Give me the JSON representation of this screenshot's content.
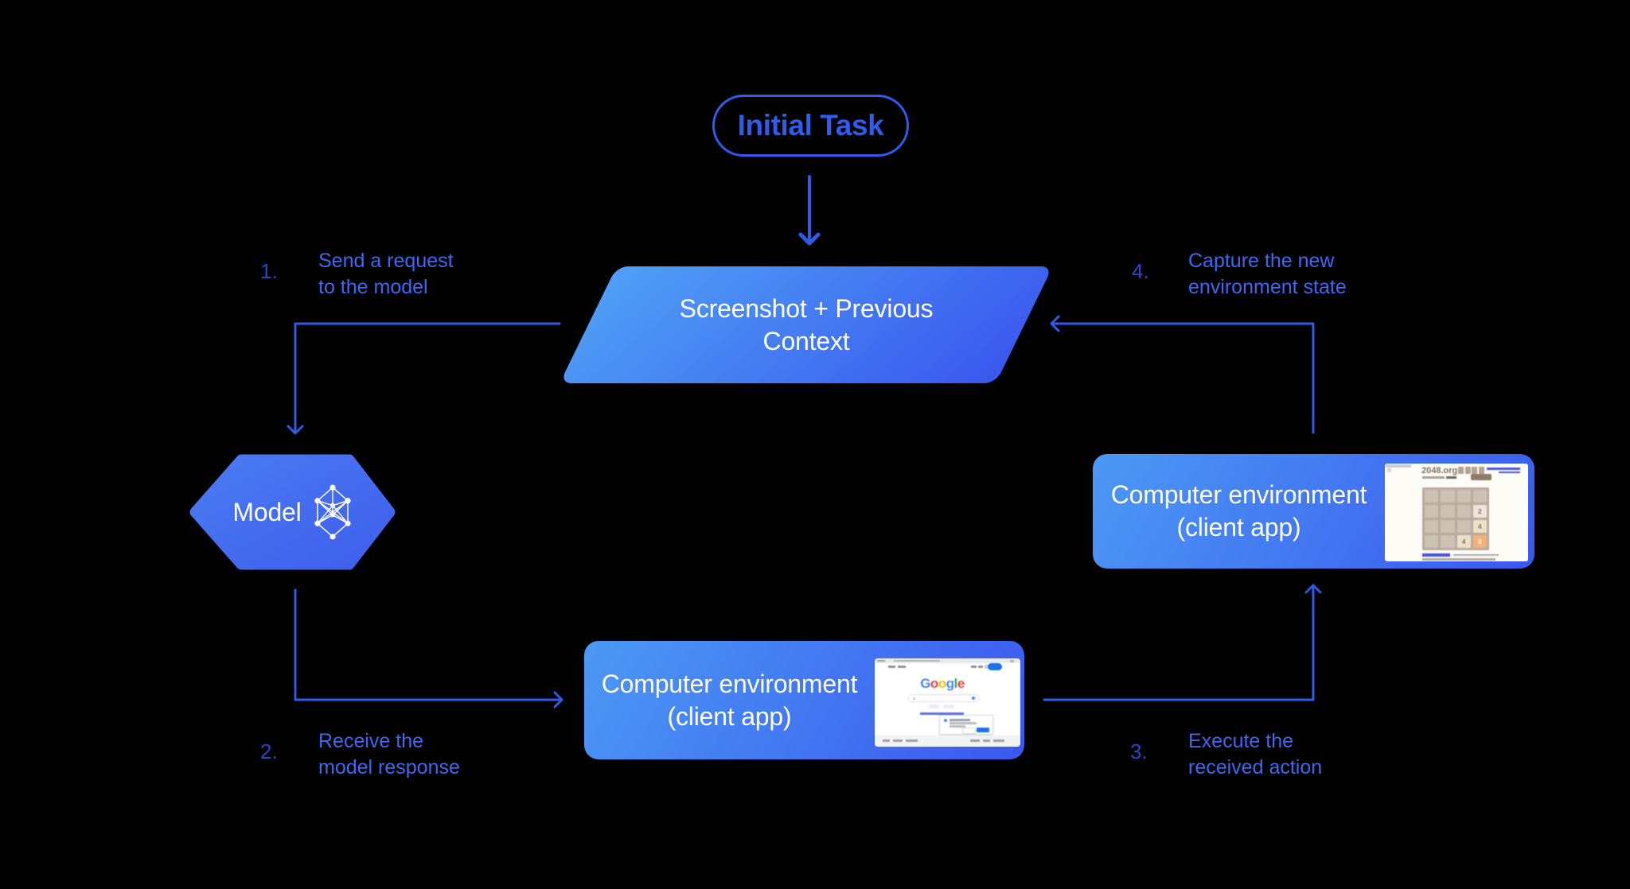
{
  "colors": {
    "background": "#000000",
    "node_gradient_start": "#4C99F5",
    "node_gradient_end": "#3A57EE",
    "outline_blue": "#2E5CF0",
    "arrow_blue": "#2E5BEA",
    "label_blue": "#3E68F0",
    "number_blue": "#2A46D0",
    "node_text": "#FFFFFF"
  },
  "nodes": {
    "initial_task": {
      "label": "Initial Task"
    },
    "context": {
      "line1": "Screenshot + Previous",
      "line2": "Context"
    },
    "model": {
      "label": "Model"
    },
    "env_action": {
      "line1": "Computer environment",
      "line2": "(client app)"
    },
    "env_capture": {
      "line1": "Computer environment",
      "line2": "(client app)"
    }
  },
  "steps": [
    {
      "num": "1.",
      "line1": "Send a request",
      "line2": "to the model"
    },
    {
      "num": "2.",
      "line1": "Receive the",
      "line2": "model response"
    },
    {
      "num": "3.",
      "line1": "Execute the",
      "line2": "received action"
    },
    {
      "num": "4.",
      "line1": "Capture the new",
      "line2": "environment state"
    }
  ],
  "google_thumb": {
    "logo_letters": [
      "G",
      "o",
      "o",
      "g",
      "l",
      "e"
    ],
    "logo_colors": [
      "#4285F4",
      "#EA4335",
      "#FBBC05",
      "#4285F4",
      "#34A853",
      "#EA4335"
    ],
    "accent_button_color": "#1a73e8"
  },
  "game_thumb": {
    "title": "2048.org",
    "tiles": [
      {
        "value": "2"
      },
      {
        "value": "4"
      },
      {
        "value": "4"
      },
      {
        "value": "8"
      }
    ],
    "tile_colors": {
      "2": "#eee4da",
      "4": "#ede0c8",
      "8": "#f2b179"
    }
  }
}
